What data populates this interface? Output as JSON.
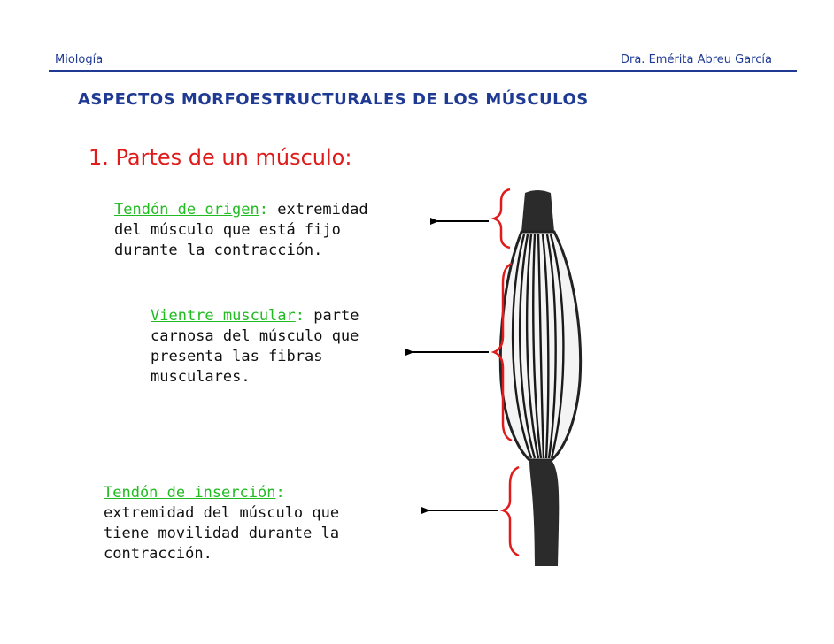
{
  "header": {
    "left": "Miología",
    "right": "Dra. Emérita Abreu García"
  },
  "title": "ASPECTOS MORFOESTRUCTURALES DE LOS MÚSCULOS",
  "section_heading": "1. Partes de un músculo:",
  "parts": [
    {
      "term": "Tendón de origen",
      "colon": ":",
      "lines": [
        " extremidad",
        "del músculo que está fijo",
        "durante la contracción."
      ]
    },
    {
      "term": "Vientre muscular",
      "colon": ":",
      "lines": [
        " parte",
        "carnosa del músculo que",
        "presenta las fibras",
        "musculares."
      ]
    },
    {
      "term": "Tendón de inserción",
      "colon": ":",
      "lines": [
        "",
        "extremidad del músculo que",
        "tiene movilidad durante la",
        "contracción."
      ]
    }
  ],
  "colors": {
    "header_blue": "#1f3a93",
    "heading_red": "#e01b1b",
    "term_green": "#22bb22",
    "bracket_red": "#e01b1b"
  }
}
